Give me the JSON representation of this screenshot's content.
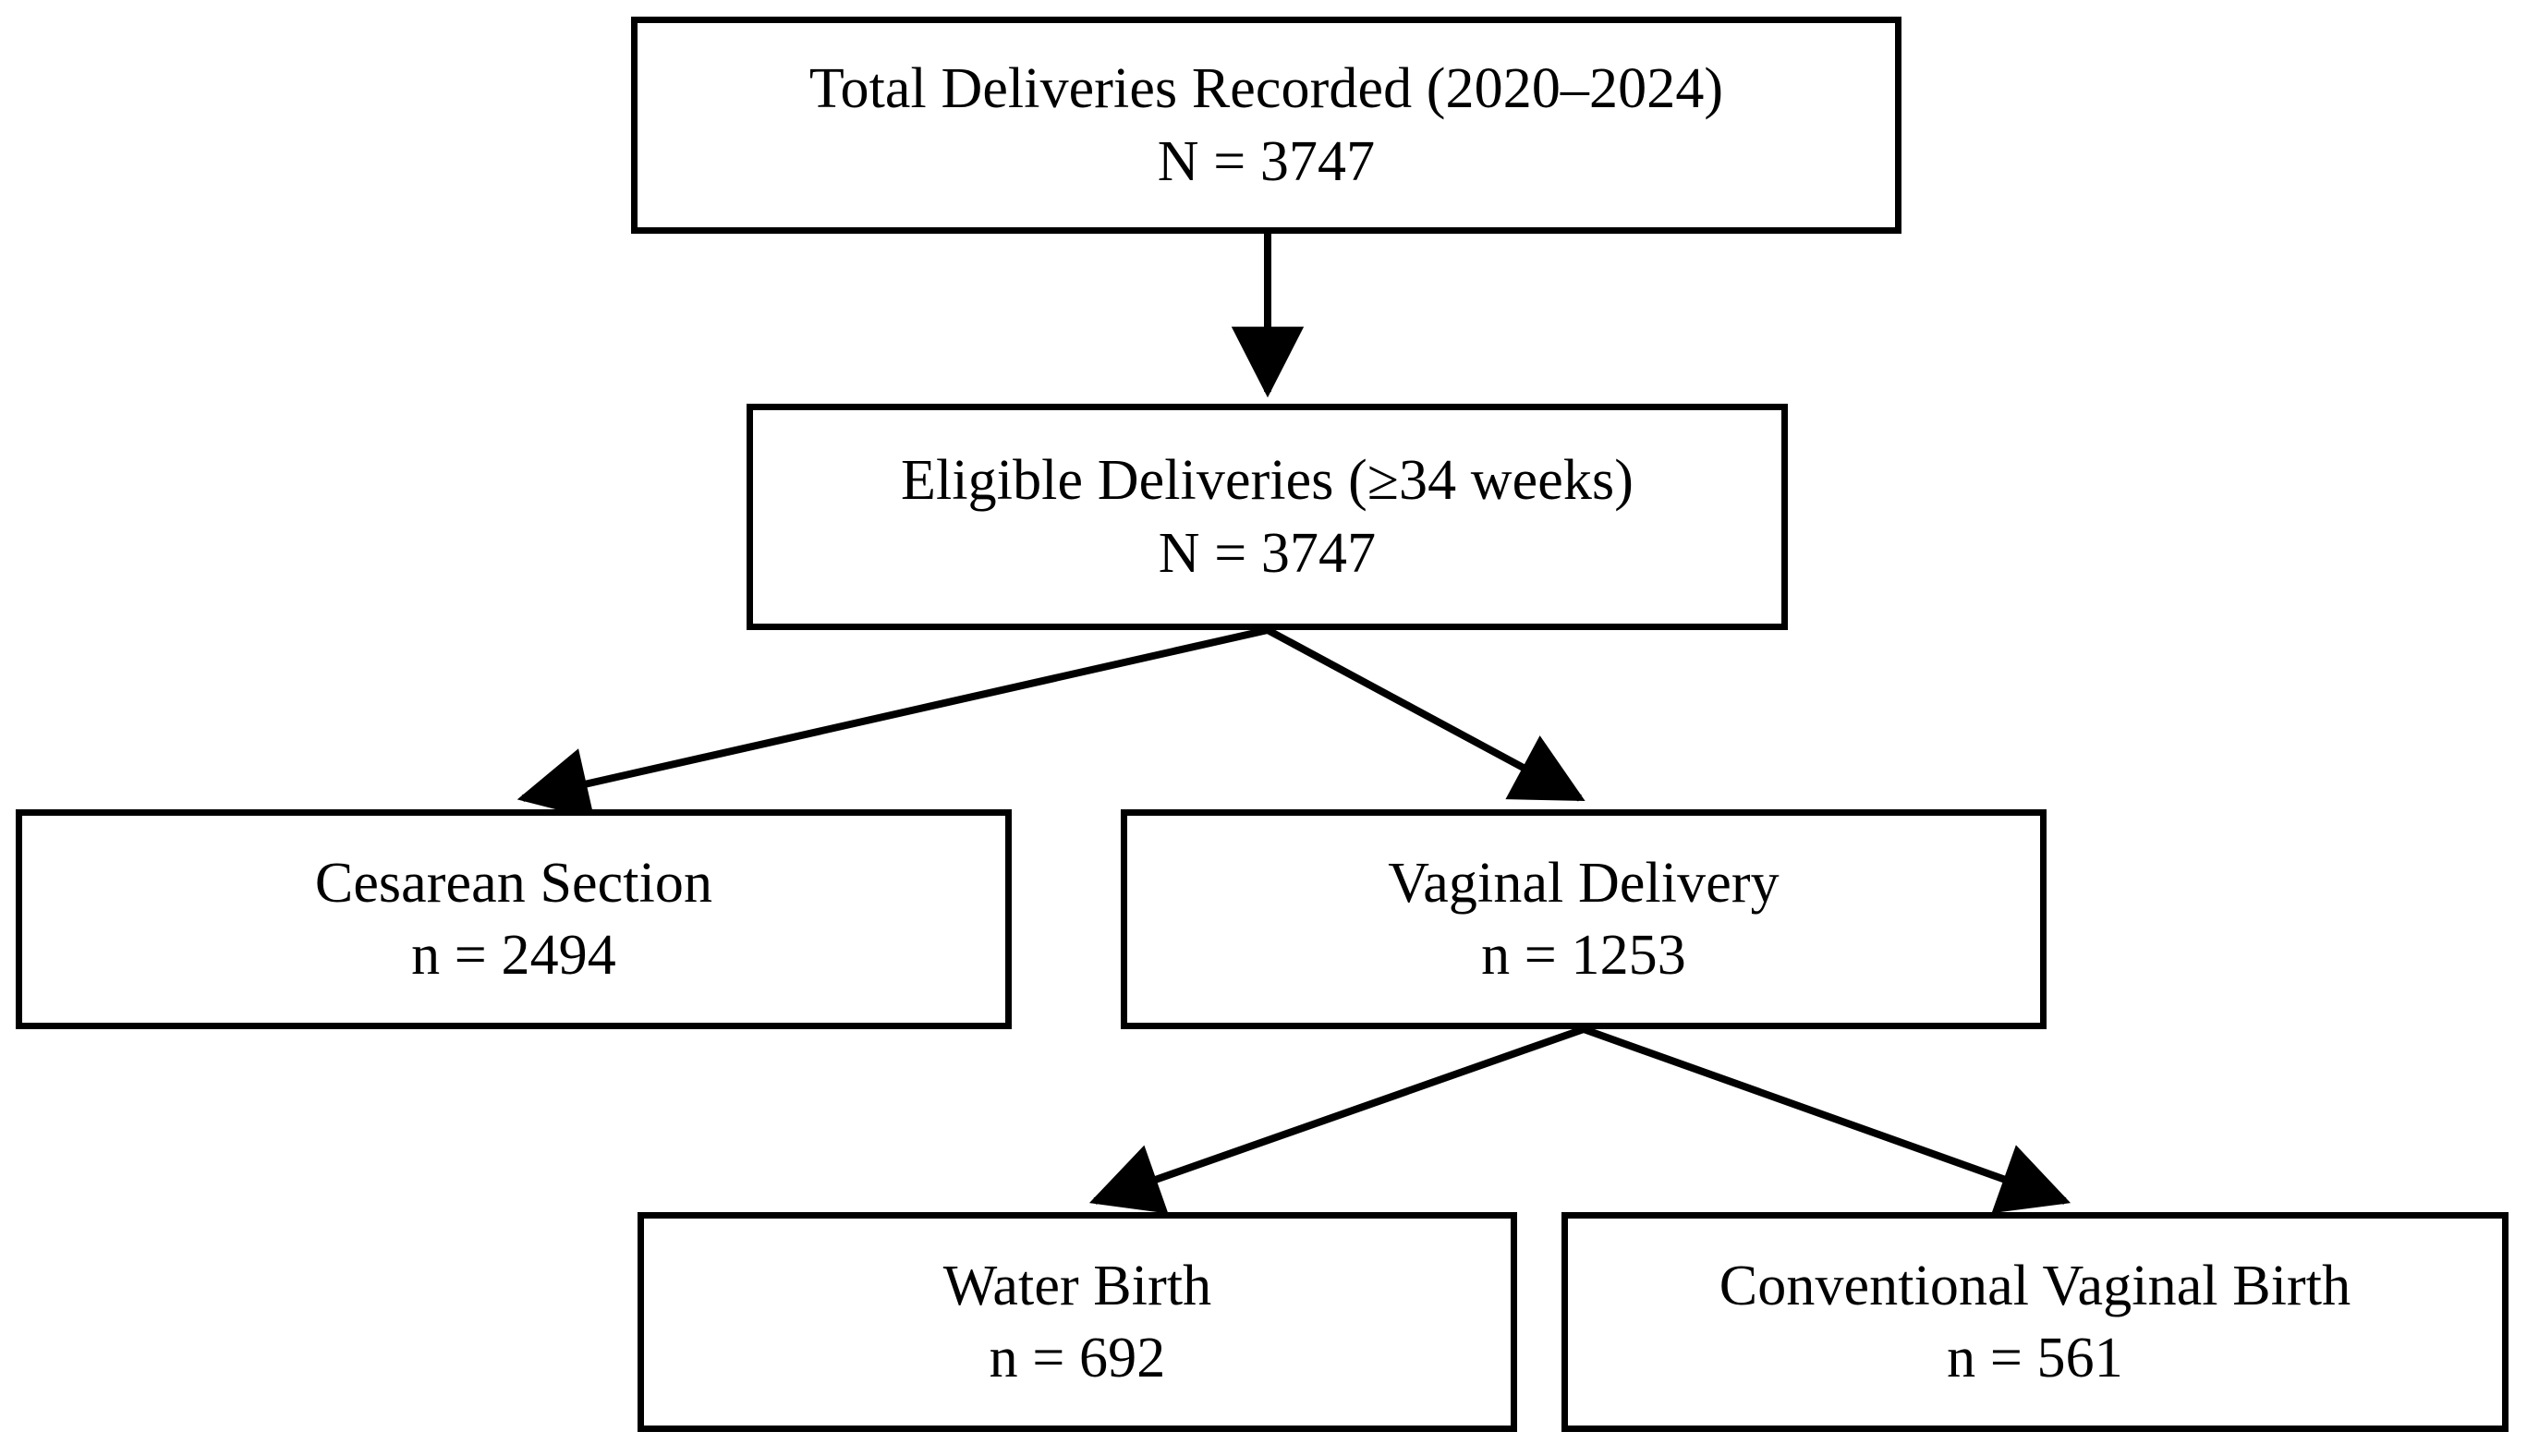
{
  "diagram": {
    "type": "flowchart",
    "orientation": "top-down",
    "title": "",
    "nodes": [
      {
        "id": "total",
        "title": "Total Deliveries Recorded (2020–2024)",
        "count": "N = 3747",
        "value": 3747,
        "level": 1
      },
      {
        "id": "eligible",
        "title": "Eligible Deliveries (≥34 weeks)",
        "count": "N = 3747",
        "value": 3747,
        "level": 2
      },
      {
        "id": "cesarean",
        "title": "Cesarean Section",
        "count": "n = 2494",
        "value": 2494,
        "level": 3
      },
      {
        "id": "vaginal",
        "title": "Vaginal Delivery",
        "count": "n = 1253",
        "value": 1253,
        "level": 3
      },
      {
        "id": "water",
        "title": "Water Birth",
        "count": "n = 692",
        "value": 692,
        "level": 4
      },
      {
        "id": "conventional",
        "title": "Conventional Vaginal Birth",
        "count": "n = 561",
        "value": 561,
        "level": 4
      }
    ],
    "edges": [
      {
        "from": "total",
        "to": "eligible",
        "label": ""
      },
      {
        "from": "eligible",
        "to": "cesarean",
        "label": ""
      },
      {
        "from": "eligible",
        "to": "vaginal",
        "label": ""
      },
      {
        "from": "vaginal",
        "to": "water",
        "label": ""
      },
      {
        "from": "vaginal",
        "to": "conventional",
        "label": ""
      }
    ],
    "colors": {
      "background": "#ffffff",
      "box_border": "#000000",
      "box_fill": "#ffffff",
      "text": "#000000",
      "connector": "#000000"
    }
  }
}
